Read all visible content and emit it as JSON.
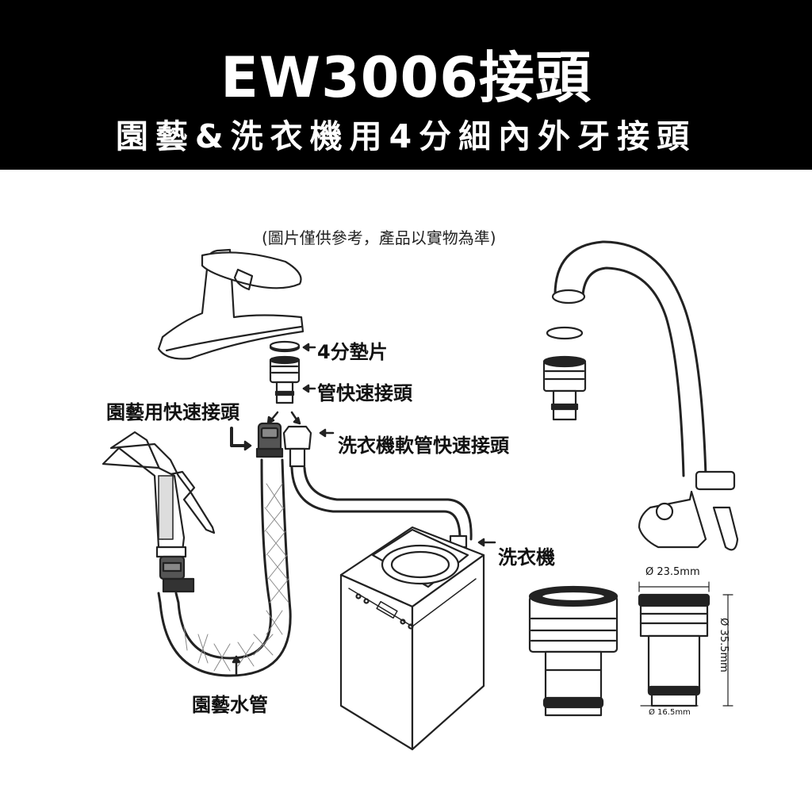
{
  "header": {
    "title": "EW3006接頭",
    "subtitle": "園藝&洗衣機用4分細內外牙接頭"
  },
  "note": "(圖片僅供參考，產品以實物為準)",
  "labels": {
    "gasket": "4分墊片",
    "pipe_quick_connector": "管快速接頭",
    "garden_quick_connector": "園藝用快速接頭",
    "washer_hose_connector": "洗衣機軟管快速接頭",
    "washing_machine": "洗衣機",
    "garden_hose": "園藝水管"
  },
  "dimensions": {
    "top_diameter": "Ø  23.5mm",
    "height": "Ø  35.5mm",
    "bottom_diameter": "Ø 16.5mm"
  },
  "colors": {
    "banner": "#000000",
    "banner_text": "#ffffff",
    "line": "#222222"
  }
}
